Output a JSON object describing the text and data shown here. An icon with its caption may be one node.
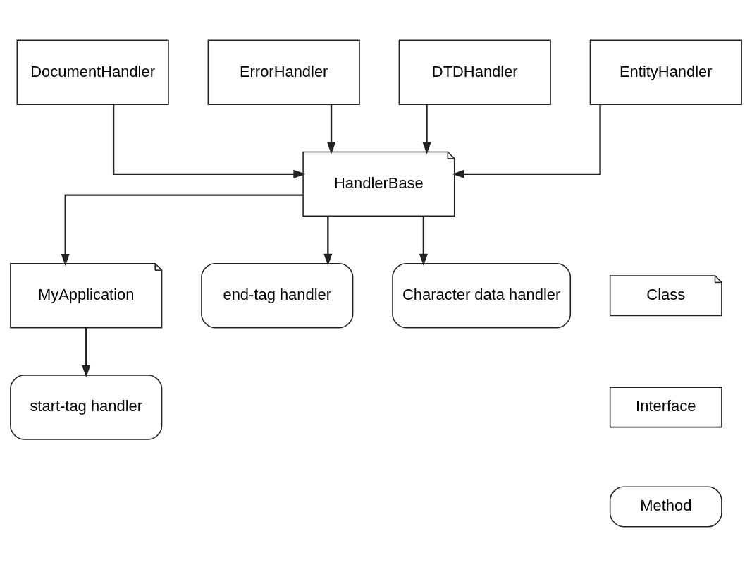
{
  "diagram": {
    "nodes": [
      {
        "text": [
          "DocumentHandler"
        ]
      },
      {
        "text": [
          "ErrorHandler"
        ]
      },
      {
        "text": [
          "DTDHandler"
        ]
      },
      {
        "text": [
          "EntityHandler"
        ]
      },
      {
        "text": [
          "HandlerBase"
        ]
      },
      {
        "text": [
          "MyApplication"
        ]
      },
      {
        "text": [
          "end-tag handler"
        ]
      },
      {
        "text": [
          "Character data handler"
        ]
      },
      {
        "text": [
          "start-tag handler"
        ]
      }
    ],
    "edges": [
      {
        "from": 0,
        "to": 4,
        "arrow": "to"
      },
      {
        "from": 1,
        "to": 4,
        "arrow": "to"
      },
      {
        "from": 2,
        "to": 4,
        "arrow": "to"
      },
      {
        "from": 3,
        "to": 4,
        "arrow": "to"
      },
      {
        "from": 4,
        "to": 5,
        "arrow": "to"
      },
      {
        "from": 4,
        "to": 6,
        "arrow": "to"
      },
      {
        "from": 4,
        "to": 7,
        "arrow": "to"
      },
      {
        "from": 5,
        "to": 8,
        "arrow": "to"
      }
    ],
    "legend": [
      {
        "text": "Class"
      },
      {
        "text": "Interface"
      },
      {
        "text": "Method"
      }
    ]
  }
}
